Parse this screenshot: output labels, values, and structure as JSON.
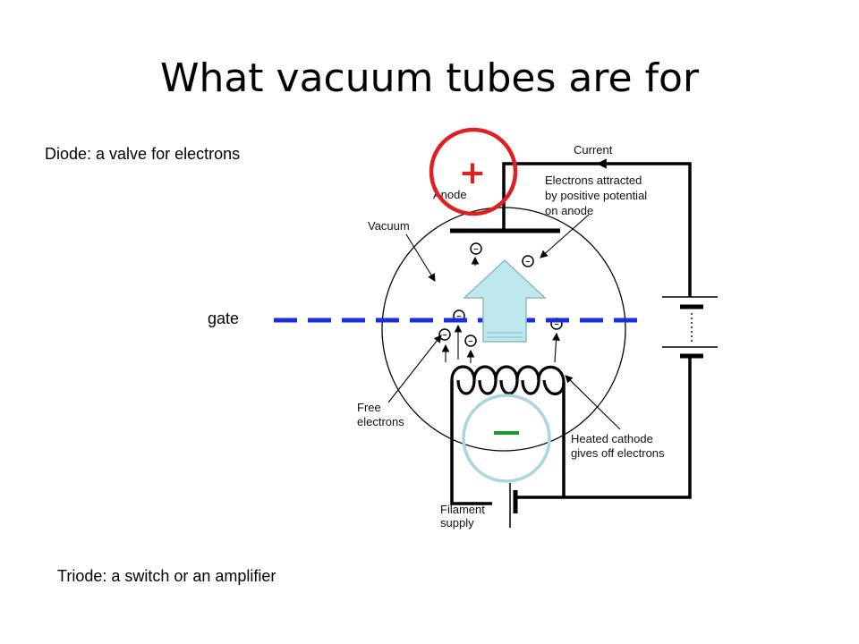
{
  "slide": {
    "title": "What vacuum tubes are for",
    "diode_caption": "Diode: a valve for electrons",
    "gate_caption": "gate",
    "triode_caption": "Triode: a switch or an amplifier"
  },
  "diagram": {
    "labels": {
      "current": "Current",
      "anode": "Anode",
      "attracted_1": "Electrons attracted",
      "attracted_2": "by positive potential",
      "attracted_3": "on anode",
      "vacuum": "Vacuum",
      "free_1": "Free",
      "free_2": "electrons",
      "cathode_1": "Heated cathode",
      "cathode_2": "gives off electrons",
      "filament_1": "Filament",
      "filament_2": "supply"
    },
    "plus_sign": "+",
    "minus_sign": "–",
    "electron_sign": "–",
    "colors": {
      "plus": "#e02020",
      "minus": "#1a9a2a",
      "gate_line": "#1a2ee0",
      "arrow_fill": "#bfe8ee",
      "circle_minus": "#a9d6df"
    }
  }
}
